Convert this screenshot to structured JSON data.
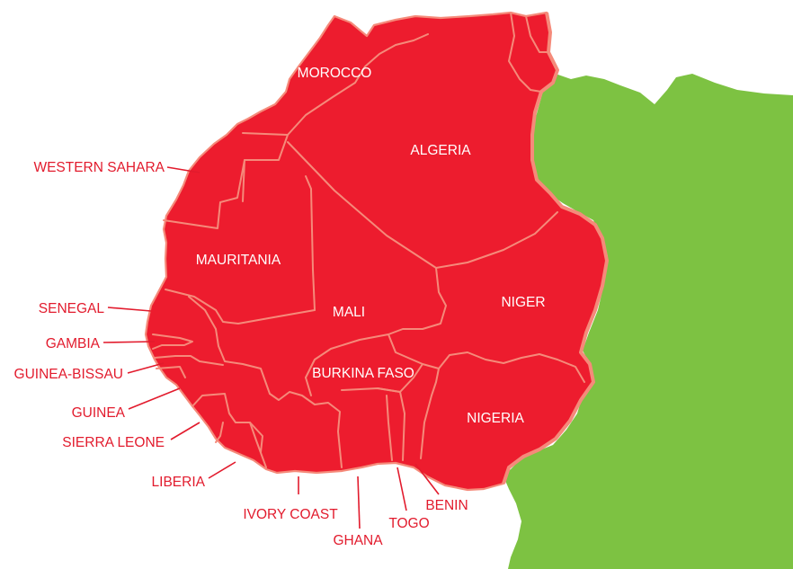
{
  "colors": {
    "highlight": "#ed1c2e",
    "border": "#f58a7a",
    "other_land": "#7dc242",
    "sea": "#ffffff",
    "label_outside": "#e21b2d",
    "label_inside": "#ffffff"
  },
  "labels": {
    "morocco": "MOROCCO",
    "algeria": "ALGERIA",
    "western_sahara": "WESTERN SAHARA",
    "mauritania": "MAURITANIA",
    "mali": "MALI",
    "niger": "NIGER",
    "senegal": "SENEGAL",
    "gambia": "GAMBIA",
    "guinea_bissau": "GUINEA-BISSAU",
    "burkina_faso": "BURKINA FASO",
    "guinea": "GUINEA",
    "nigeria": "NIGERIA",
    "sierra_leone": "SIERRA LEONE",
    "liberia": "LIBERIA",
    "ivory_coast": "IVORY COAST",
    "benin": "BENIN",
    "togo": "TOGO",
    "ghana": "GHANA"
  }
}
